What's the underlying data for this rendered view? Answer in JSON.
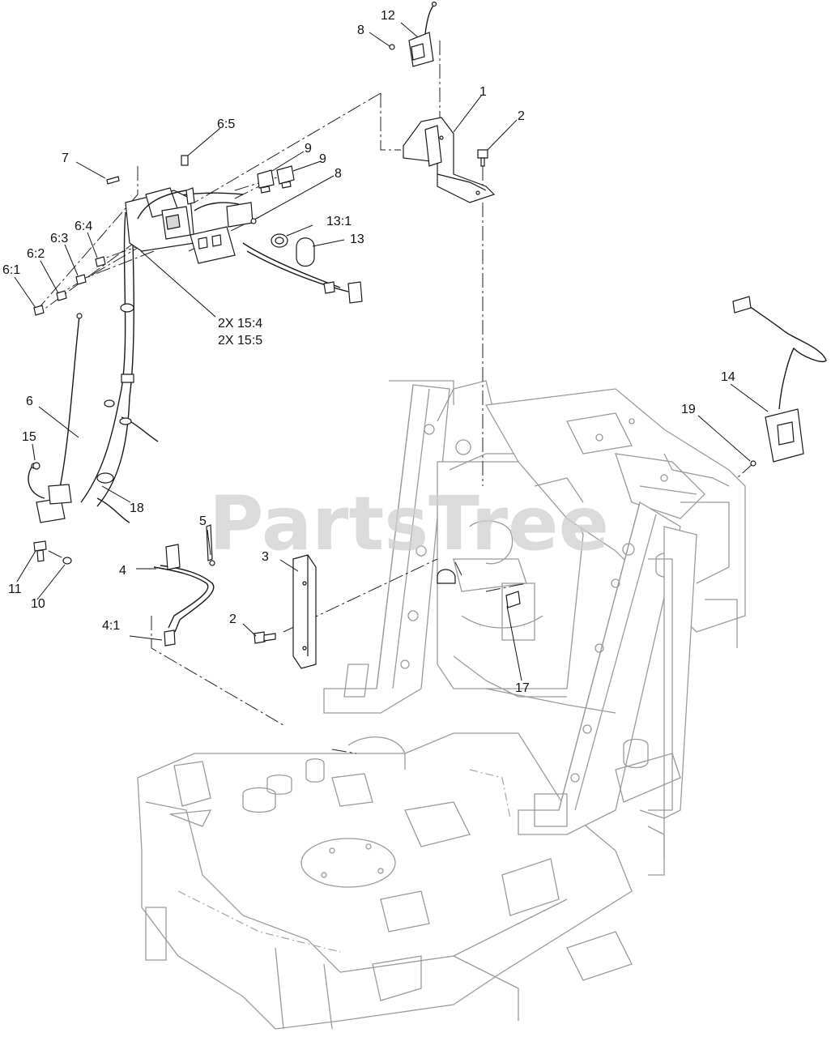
{
  "watermark": "PartsTree",
  "callouts": [
    {
      "id": "12",
      "text": "12"
    },
    {
      "id": "8-top",
      "text": "8"
    },
    {
      "id": "1",
      "text": "1"
    },
    {
      "id": "2-top",
      "text": "2"
    },
    {
      "id": "6-5",
      "text": "6:5"
    },
    {
      "id": "7",
      "text": "7"
    },
    {
      "id": "9-a",
      "text": "9"
    },
    {
      "id": "9-b",
      "text": "9"
    },
    {
      "id": "8-mid",
      "text": "8"
    },
    {
      "id": "13-1",
      "text": "13:1"
    },
    {
      "id": "13",
      "text": "13"
    },
    {
      "id": "6-4",
      "text": "6:4"
    },
    {
      "id": "6-3",
      "text": "6:3"
    },
    {
      "id": "6-2",
      "text": "6:2"
    },
    {
      "id": "6-1",
      "text": "6:1"
    },
    {
      "id": "15-4",
      "text": "2X 15:4"
    },
    {
      "id": "15-5",
      "text": "2X 15:5"
    },
    {
      "id": "14",
      "text": "14"
    },
    {
      "id": "19",
      "text": "19"
    },
    {
      "id": "6",
      "text": "6"
    },
    {
      "id": "15",
      "text": "15"
    },
    {
      "id": "18",
      "text": "18"
    },
    {
      "id": "5",
      "text": "5"
    },
    {
      "id": "4",
      "text": "4"
    },
    {
      "id": "3",
      "text": "3"
    },
    {
      "id": "11",
      "text": "11"
    },
    {
      "id": "10",
      "text": "10"
    },
    {
      "id": "4-1",
      "text": "4:1"
    },
    {
      "id": "2-mid",
      "text": "2"
    },
    {
      "id": "17",
      "text": "17"
    }
  ]
}
